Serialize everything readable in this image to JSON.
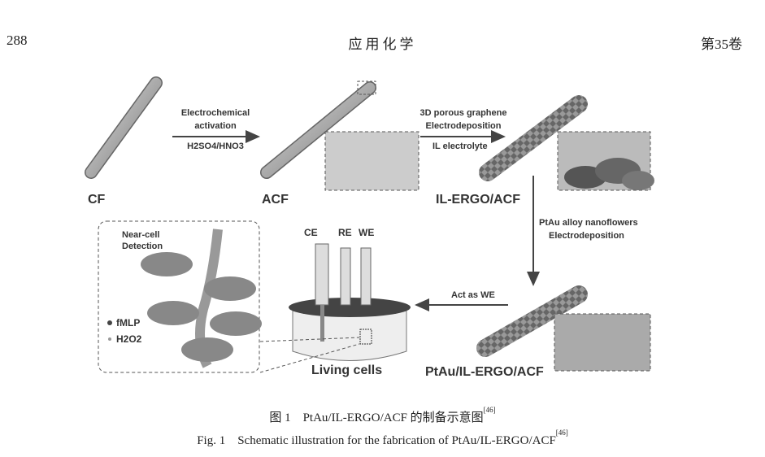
{
  "header": {
    "page_number": "288",
    "journal_title": "应用化学",
    "volume": "第35卷"
  },
  "figure": {
    "labels": {
      "cf": "CF",
      "acf": "ACF",
      "il_ergo_acf": "IL-ERGO/ACF",
      "ptau_il_ergo_acf": "PtAu/IL-ERGO/ACF",
      "living_cells": "Living cells"
    },
    "arrow1": {
      "line1": "Electrochemical",
      "line2": "activation",
      "below": "H2SO4/HNO3"
    },
    "arrow2": {
      "line1": "3D porous graphene",
      "line2": "Electrodeposition",
      "below": "IL electrolyte"
    },
    "arrow3": {
      "line1": "PtAu alloy nanoflowers",
      "line2": "Electrodeposition"
    },
    "arrow4": {
      "label": "Act as WE"
    },
    "electrodes": {
      "ce": "CE",
      "re": "RE",
      "we": "WE"
    },
    "near_cell": {
      "line1": "Near-cell",
      "line2": "Detection",
      "legend1": "fMLP",
      "legend2": "H2O2"
    }
  },
  "caption": {
    "cn": "图 1　PtAu/IL-ERGO/ACF 的制备示意图",
    "en": "Fig. 1　Schematic illustration for the fabrication of PtAu/IL-ERGO/ACF",
    "ref": "[46]"
  }
}
